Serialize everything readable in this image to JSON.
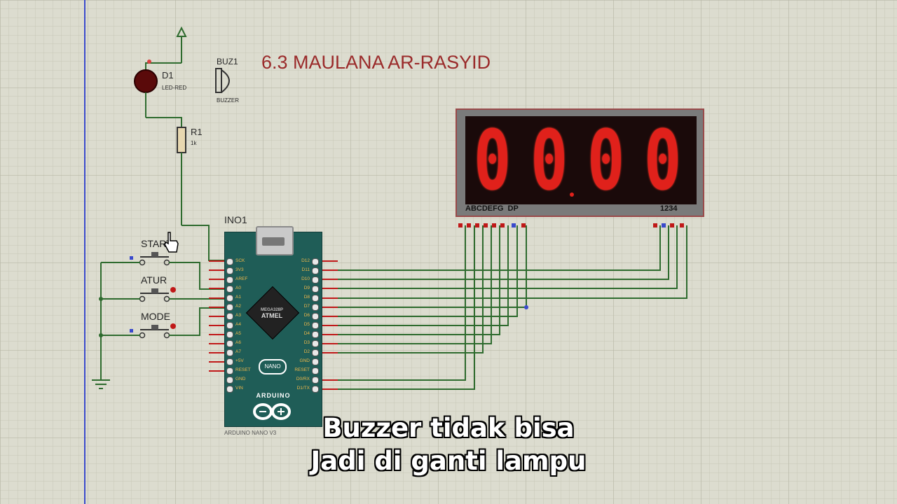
{
  "title": "6.3 MAULANA AR-RASYID",
  "caption": {
    "line1": "Buzzer tidak bisa",
    "line2": "Jadi di ganti lampu"
  },
  "components": {
    "led": {
      "ref": "D1",
      "value": "LED-RED"
    },
    "buzzer": {
      "ref": "BUZ1",
      "value": "BUZZER"
    },
    "resistor": {
      "ref": "R1",
      "value": "1k"
    },
    "arduino": {
      "ref": "INO1",
      "model": "ARDUINO NANO V3",
      "nano_label": "NANO",
      "brand": "ARDUINO",
      "chip_top": "MEGA328P",
      "chip_label": "ATMEL"
    },
    "buttons": [
      {
        "label": "START"
      },
      {
        "label": "ATUR"
      },
      {
        "label": "MODE"
      }
    ],
    "display": {
      "digits": [
        "0",
        "0",
        "0",
        "0"
      ],
      "segment_pins": "ABCDEFG  DP",
      "digit_pins": "1234"
    }
  },
  "nano_pins_left": [
    "SCK",
    "3V3",
    "AREF",
    "A0",
    "A1",
    "A2",
    "A3",
    "A4",
    "A5",
    "A6",
    "A7",
    "+5V",
    "RESET",
    "GND",
    "VIN"
  ],
  "nano_pins_right": [
    "D12",
    "D11",
    "D10",
    "D9",
    "D8",
    "D7",
    "D6",
    "D5",
    "D4",
    "D3",
    "D2",
    "GND",
    "RESET",
    "D0/RX",
    "D1/TX"
  ],
  "colors": {
    "background": "#d9d9cb",
    "grid": "#c4c4b4",
    "wire": "#2e6b2e",
    "segment": "#e0211b",
    "title": "#9a2a2a",
    "board": "#1f5d57"
  }
}
